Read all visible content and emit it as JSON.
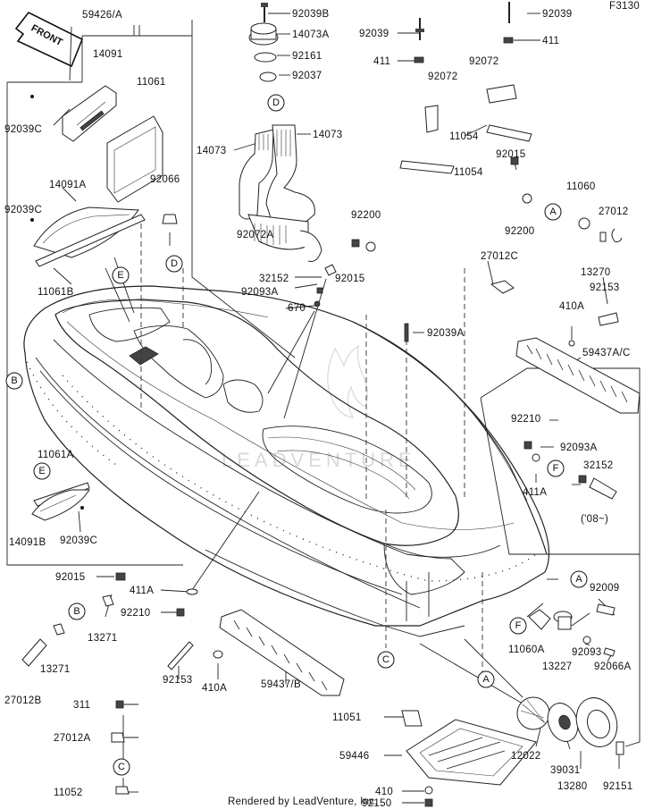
{
  "diagram_code": "F3130",
  "front_label": "FRONT",
  "watermark": "LEADVENTURE",
  "footer": "Rendered by LeadVenture, Inc.",
  "callouts": [
    {
      "id": "59426",
      "label": "59426/A"
    },
    {
      "id": "14091",
      "label": "14091"
    },
    {
      "id": "11061",
      "label": "11061"
    },
    {
      "id": "92039C-top",
      "label": "92039C"
    },
    {
      "id": "14091A",
      "label": "14091A"
    },
    {
      "id": "92066",
      "label": "92066"
    },
    {
      "id": "92039C-mid",
      "label": "92039C"
    },
    {
      "id": "11061B",
      "label": "11061B"
    },
    {
      "id": "92039B",
      "label": "92039B"
    },
    {
      "id": "14073A",
      "label": "14073A"
    },
    {
      "id": "92161",
      "label": "92161"
    },
    {
      "id": "92037",
      "label": "92037"
    },
    {
      "id": "14073-left",
      "label": "14073"
    },
    {
      "id": "14073-right",
      "label": "14073"
    },
    {
      "id": "92072A",
      "label": "92072A"
    },
    {
      "id": "92039-top",
      "label": "92039"
    },
    {
      "id": "92039-right",
      "label": "92039"
    },
    {
      "id": "411-right",
      "label": "411"
    },
    {
      "id": "411-left",
      "label": "411"
    },
    {
      "id": "92072-a",
      "label": "92072"
    },
    {
      "id": "92072-b",
      "label": "92072"
    },
    {
      "id": "11054-a",
      "label": "11054"
    },
    {
      "id": "11054-b",
      "label": "11054"
    },
    {
      "id": "92015-top",
      "label": "92015"
    },
    {
      "id": "11060",
      "label": "11060"
    },
    {
      "id": "27012",
      "label": "27012"
    },
    {
      "id": "92200-a",
      "label": "92200"
    },
    {
      "id": "92200-b",
      "label": "92200"
    },
    {
      "id": "92015-mid",
      "label": "92015"
    },
    {
      "id": "32152-a",
      "label": "32152"
    },
    {
      "id": "92093A-a",
      "label": "92093A"
    },
    {
      "id": "670",
      "label": "670"
    },
    {
      "id": "27012C",
      "label": "27012C"
    },
    {
      "id": "13270",
      "label": "13270"
    },
    {
      "id": "92153-right",
      "label": "92153"
    },
    {
      "id": "410A-right",
      "label": "410A"
    },
    {
      "id": "92039A",
      "label": "92039A"
    },
    {
      "id": "59437AC",
      "label": "59437A/C"
    },
    {
      "id": "92210-right",
      "label": "92210"
    },
    {
      "id": "92093A-b",
      "label": "92093A"
    },
    {
      "id": "32152-b",
      "label": "32152"
    },
    {
      "id": "411A-right",
      "label": "411A"
    },
    {
      "id": "08",
      "label": "('08~)"
    },
    {
      "id": "11061A",
      "label": "11061A"
    },
    {
      "id": "14091B",
      "label": "14091B"
    },
    {
      "id": "92039C-low",
      "label": "92039C"
    },
    {
      "id": "92015-low",
      "label": "92015"
    },
    {
      "id": "411A-left",
      "label": "411A"
    },
    {
      "id": "92210-left",
      "label": "92210"
    },
    {
      "id": "13271-a",
      "label": "13271"
    },
    {
      "id": "13271-b",
      "label": "13271"
    },
    {
      "id": "27012B",
      "label": "27012B"
    },
    {
      "id": "92009",
      "label": "92009"
    },
    {
      "id": "11060A",
      "label": "11060A"
    },
    {
      "id": "13227",
      "label": "13227"
    },
    {
      "id": "92093",
      "label": "92093"
    },
    {
      "id": "92066A",
      "label": "92066A"
    },
    {
      "id": "92153-left",
      "label": "92153"
    },
    {
      "id": "410A-left",
      "label": "410A"
    },
    {
      "id": "59437B",
      "label": "59437/B"
    },
    {
      "id": "311",
      "label": "311"
    },
    {
      "id": "27012A",
      "label": "27012A"
    },
    {
      "id": "11052",
      "label": "11052"
    },
    {
      "id": "11051",
      "label": "11051"
    },
    {
      "id": "59446",
      "label": "59446"
    },
    {
      "id": "12022",
      "label": "12022"
    },
    {
      "id": "39031",
      "label": "39031"
    },
    {
      "id": "13280",
      "label": "13280"
    },
    {
      "id": "92151",
      "label": "92151"
    },
    {
      "id": "410",
      "label": "410"
    },
    {
      "id": "92150",
      "label": "92150"
    }
  ],
  "ref_markers": [
    "A",
    "B",
    "C",
    "D",
    "E",
    "F"
  ]
}
